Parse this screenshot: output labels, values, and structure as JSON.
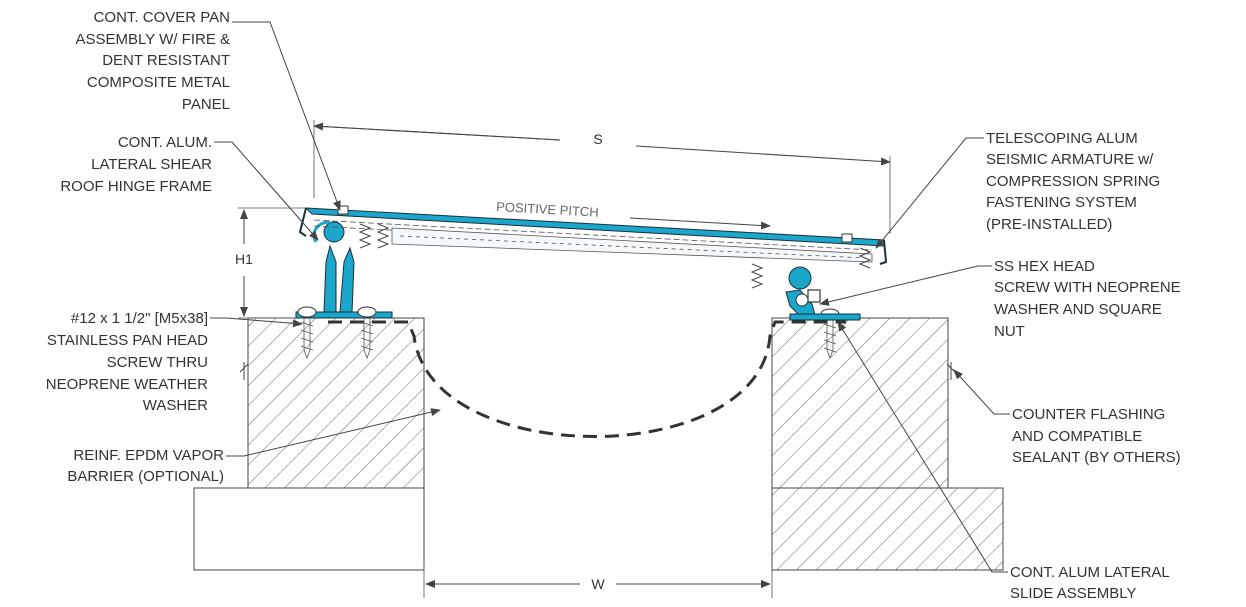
{
  "labels": {
    "cover_pan": [
      "CONT. COVER PAN",
      "ASSEMBLY W/ FIRE &",
      "DENT RESISTANT",
      "COMPOSITE METAL",
      "PANEL"
    ],
    "hinge_frame": [
      "CONT. ALUM.",
      "LATERAL SHEAR",
      "ROOF HINGE FRAME"
    ],
    "pan_head_screw": [
      "#12 x 1 1/2\" [M5x38]",
      "STAINLESS PAN HEAD",
      "SCREW THRU",
      "NEOPRENE WEATHER",
      "WASHER"
    ],
    "vapor_barrier": [
      "REINF. EPDM VAPOR",
      "BARRIER  (OPTIONAL)"
    ],
    "seismic_armature": [
      "TELESCOPING ALUM",
      "SEISMIC ARMATURE w/",
      "COMPRESSION SPRING",
      "FASTENING SYSTEM",
      "(PRE-INSTALLED)"
    ],
    "hex_screw": [
      "SS HEX HEAD",
      " SCREW WITH NEOPRENE",
      " WASHER AND SQUARE",
      " NUT"
    ],
    "counter_flashing": [
      "COUNTER FLASHING",
      "AND COMPATIBLE",
      "SEALANT (BY OTHERS)"
    ],
    "slide_assembly": [
      "CONT. ALUM LATERAL",
      "SLIDE ASSEMBLY"
    ]
  },
  "dimensions": {
    "s": "S",
    "h1": "H1",
    "w": "W"
  },
  "annotation": {
    "pitch": "POSITIVE PITCH"
  },
  "colors": {
    "aluminum": "#1ba6cc",
    "line": "#444444"
  }
}
